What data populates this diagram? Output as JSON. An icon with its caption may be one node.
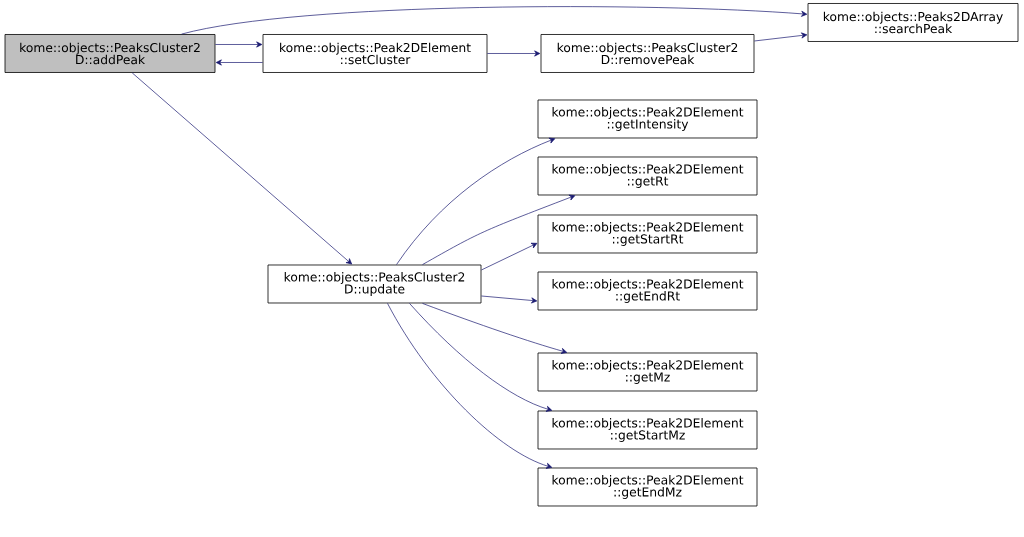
{
  "diagram": {
    "nodes": [
      {
        "text": [
          "kome::objects::PeaksCluster2 D::addPeak"
        ]
      },
      {
        "text": [
          "kome::objects::Peak2DElement ::setCluster"
        ]
      },
      {
        "text": [
          "kome::objects::PeaksCluster2 D::removePeak"
        ]
      },
      {
        "text": [
          "kome::objects::Peaks2DArray ::searchPeak"
        ]
      },
      {
        "text": [
          "kome::objects::PeaksCluster2 D::update"
        ]
      },
      {
        "text": [
          "kome::objects::Peak2DElement ::getIntensity"
        ]
      },
      {
        "text": [
          "kome::objects::Peak2DElement ::getRt"
        ]
      },
      {
        "text": [
          "kome::objects::Peak2DElement ::getStartRt"
        ]
      },
      {
        "text": [
          "kome::objects::Peak2DElement ::getEndRt"
        ]
      },
      {
        "text": [
          "kome::objects::Peak2DElement ::getMz"
        ]
      },
      {
        "text": [
          "kome::objects::Peak2DElement ::getStartMz"
        ]
      },
      {
        "text": [
          "kome::objects::Peak2DElement ::getEndMz"
        ]
      }
    ],
    "edges": [
      {
        "from": 0,
        "to": 3,
        "arrow": "to"
      },
      {
        "from": 0,
        "to": 1,
        "arrow": "to"
      },
      {
        "from": 1,
        "to": 0,
        "arrow": "to"
      },
      {
        "from": 1,
        "to": 2,
        "arrow": "to"
      },
      {
        "from": 2,
        "to": 3,
        "arrow": "to"
      },
      {
        "from": 0,
        "to": 4,
        "arrow": "to"
      },
      {
        "from": 4,
        "to": 5,
        "arrow": "to"
      },
      {
        "from": 4,
        "to": 6,
        "arrow": "to"
      },
      {
        "from": 4,
        "to": 7,
        "arrow": "to"
      },
      {
        "from": 4,
        "to": 8,
        "arrow": "to"
      },
      {
        "from": 4,
        "to": 9,
        "arrow": "to"
      },
      {
        "from": 4,
        "to": 10,
        "arrow": "to"
      },
      {
        "from": 4,
        "to": 11,
        "arrow": "to"
      }
    ]
  }
}
